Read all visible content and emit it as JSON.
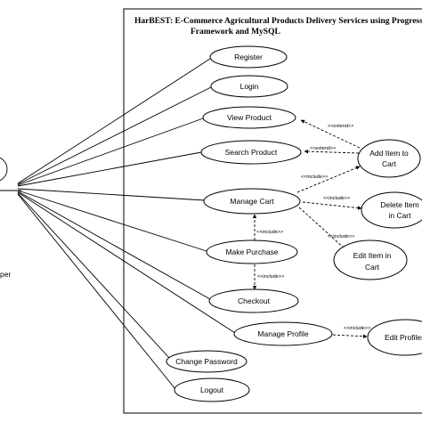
{
  "title": {
    "line1": "HarBEST: E-Commerce Agricultural Products Delivery Services using Progress",
    "line2": "Framework and MySQL"
  },
  "actor": {
    "label": "per"
  },
  "use_cases": {
    "register": "Register",
    "login": "Login",
    "view_product": "View Product",
    "search_product": "Search Product",
    "manage_cart": "Manage Cart",
    "make_purchase": "Make Purchase",
    "checkout": "Checkout",
    "manage_profile": "Manage Profile",
    "change_password": "Change Password",
    "logout": "Logout",
    "add_item_to_cart": [
      "Add Item to",
      "Cart"
    ],
    "delete_item_in_cart": [
      "Delete Item",
      "in Cart"
    ],
    "edit_item_in_cart": [
      "Edit Item in",
      "Cart"
    ],
    "edit_profile": "Edit Profiles"
  },
  "relations": {
    "extend": "<<extend>>",
    "include": "<<include>>"
  }
}
